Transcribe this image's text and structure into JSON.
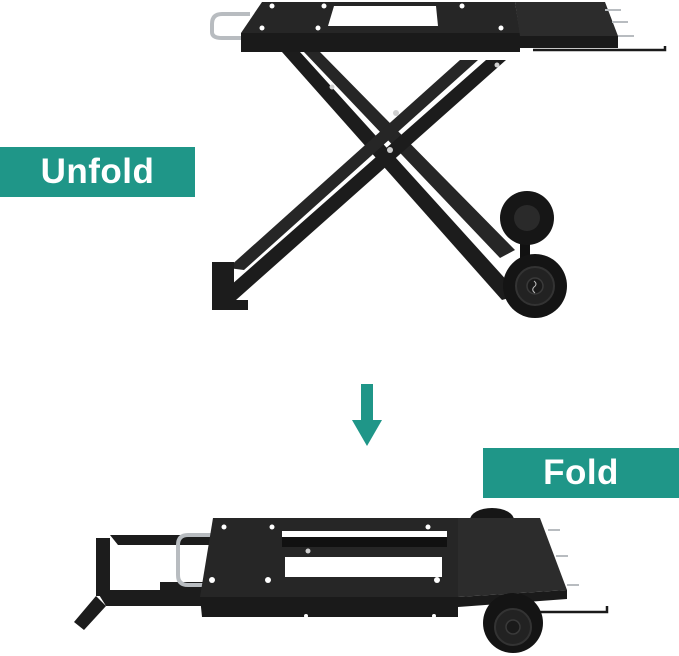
{
  "labels": {
    "unfold": "Unfold",
    "fold": "Fold"
  },
  "icons": {
    "transition_arrow": "arrow-down-icon"
  },
  "colors": {
    "accent": "#1f9688",
    "banner_text": "#ffffff",
    "cart_body": "#1e1e1e",
    "cart_shade": "#2c2c2c",
    "handle_chrome": "#b8bcc0",
    "background": "#ffffff"
  },
  "illustrations": {
    "unfolded_cart": "unfolded-grill-cart",
    "folded_cart": "folded-grill-cart"
  }
}
